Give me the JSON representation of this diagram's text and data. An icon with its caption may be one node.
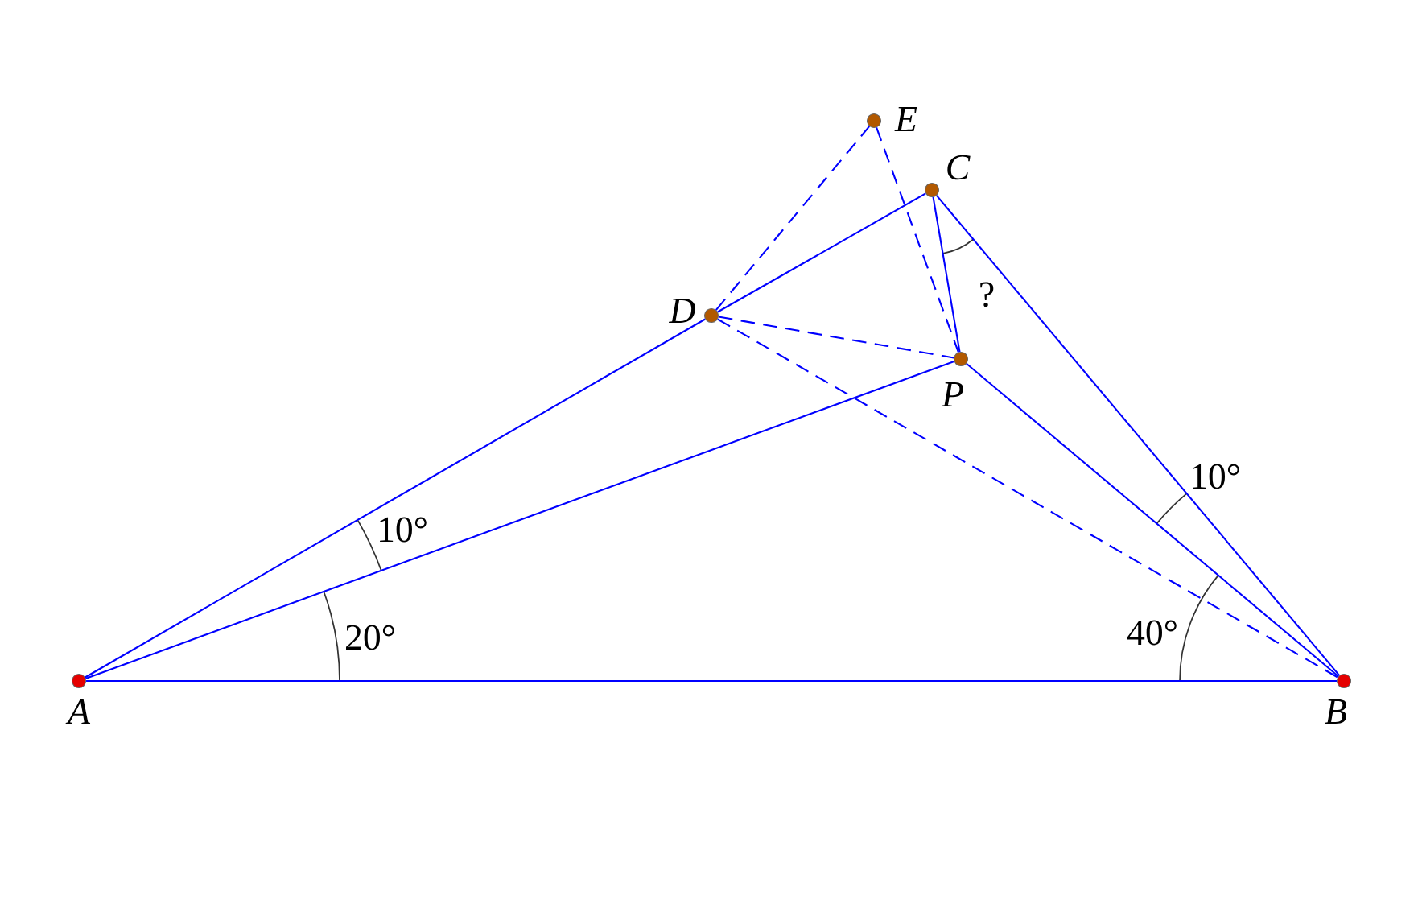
{
  "diagram": {
    "nodes": [
      {
        "text": [],
        "shape": "circle",
        "beside": [
          "A"
        ]
      },
      {
        "text": [],
        "shape": "circle",
        "beside": [
          "B"
        ]
      },
      {
        "text": [],
        "shape": "circle",
        "beside": [
          "C"
        ]
      },
      {
        "text": [],
        "shape": "circle",
        "beside": [
          "D"
        ]
      },
      {
        "text": [],
        "shape": "circle",
        "beside": [
          "E"
        ]
      },
      {
        "text": [],
        "shape": "circle",
        "beside": [
          "P"
        ]
      }
    ],
    "edges": [
      {
        "from": 0,
        "to": 1,
        "arrow": "none"
      },
      {
        "from": 0,
        "to": 3,
        "arrow": "none"
      },
      {
        "from": 3,
        "to": 2,
        "arrow": "none"
      },
      {
        "from": 0,
        "to": 5,
        "arrow": "none"
      },
      {
        "from": 5,
        "to": 1,
        "arrow": "none"
      },
      {
        "from": 2,
        "to": 1,
        "arrow": "none"
      },
      {
        "from": 2,
        "to": 5,
        "arrow": "none"
      },
      {
        "from": 3,
        "to": 4,
        "arrow": "none",
        "style": "dashed"
      },
      {
        "from": 4,
        "to": 5,
        "arrow": "none",
        "style": "dashed"
      },
      {
        "from": 3,
        "to": 5,
        "arrow": "none",
        "style": "dashed"
      },
      {
        "from": 3,
        "to": 1,
        "arrow": "none",
        "style": "dashed"
      }
    ],
    "labels": [
      "?",
      "10°",
      "10°",
      "20°",
      "40°"
    ]
  }
}
